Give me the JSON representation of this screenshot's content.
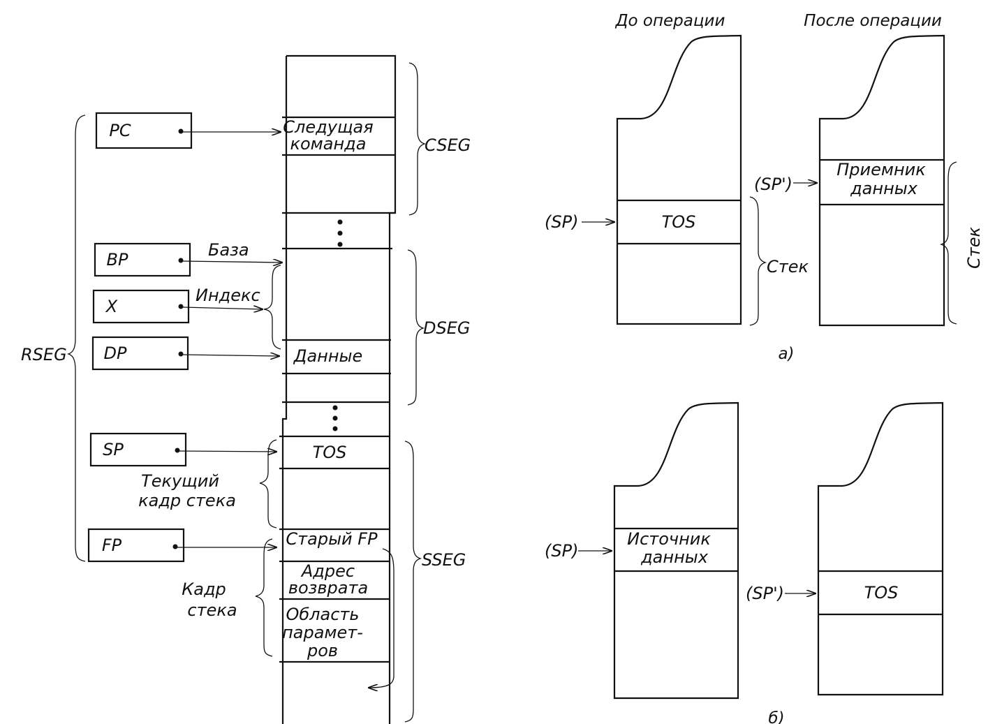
{
  "left": {
    "registers": {
      "pc": "PC",
      "bp": "BP",
      "x": "X",
      "dp": "DP",
      "sp": "SP",
      "fp": "FP",
      "group": "RSEG"
    },
    "pointer_labels": {
      "base": "База",
      "index": "Индекс"
    },
    "memory": {
      "next_instruction": [
        "Следущая",
        "команда"
      ],
      "data": "Данные",
      "tos": "TOS",
      "old_fp": "Старый FP",
      "return_address": [
        "Адрес",
        "возврата"
      ],
      "param_area": [
        "Область",
        "парамет-",
        "ров"
      ]
    },
    "segments": {
      "code": "CSEG",
      "data": "DSEG",
      "stack": "SSEG"
    },
    "frame_labels": {
      "current_frame": [
        "Текущий",
        "кадр стека"
      ],
      "frame": [
        "Кадр",
        "стека"
      ]
    }
  },
  "right": {
    "before": "До операции",
    "after": "После операции",
    "a": {
      "sp": "(SP)",
      "sp_new": "(SP')",
      "tos": "TOS",
      "receiver": [
        "Приемник",
        "данных"
      ],
      "stack_left": "Стек",
      "stack_right": "Стек",
      "caption": "а)"
    },
    "b": {
      "sp": "(SP)",
      "sp_new": "(SP')",
      "source": [
        "Источник",
        "данных"
      ],
      "tos": "TOS",
      "caption": "б)"
    }
  }
}
